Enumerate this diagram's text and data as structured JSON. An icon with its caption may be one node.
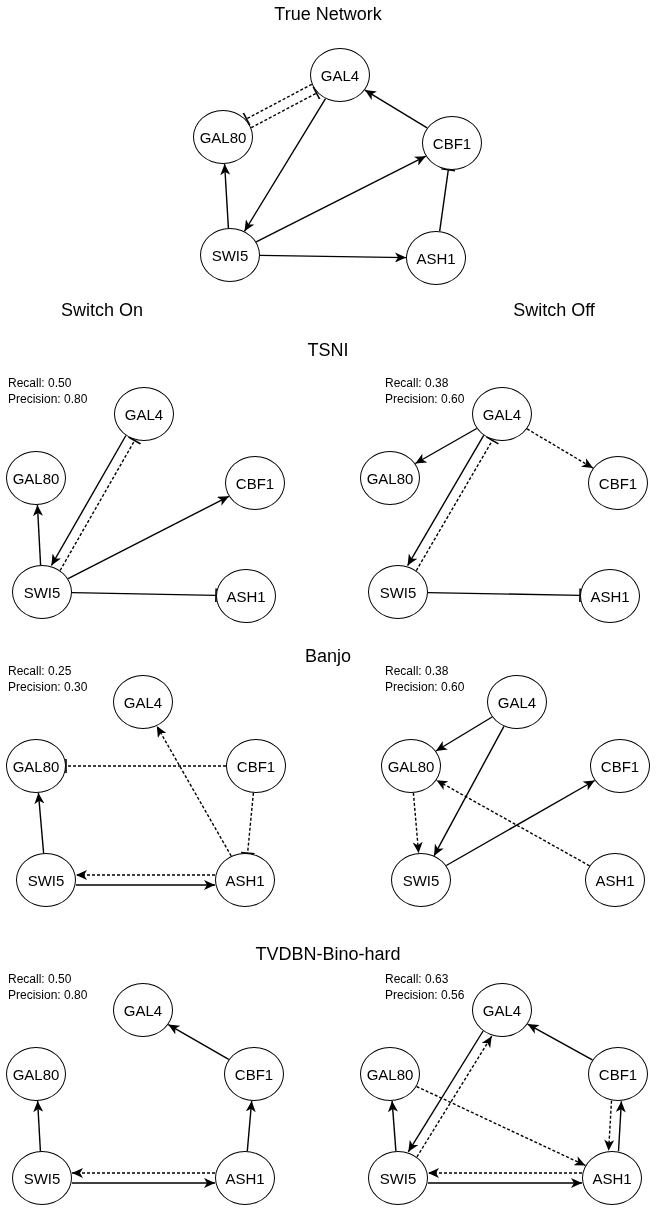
{
  "diagram": {
    "title": "True Network",
    "nodes": [
      {
        "text": [
          "GAL4"
        ]
      },
      {
        "text": [
          "GAL80"
        ]
      },
      {
        "text": [
          "CBF1"
        ]
      },
      {
        "text": [
          "SWI5"
        ]
      },
      {
        "text": [
          "ASH1"
        ]
      },
      {
        "text": [
          "GAL4"
        ]
      },
      {
        "text": [
          "GAL80"
        ]
      },
      {
        "text": [
          "CBF1"
        ]
      },
      {
        "text": [
          "SWI5"
        ]
      },
      {
        "text": [
          "ASH1"
        ]
      },
      {
        "text": [
          "GAL4"
        ]
      },
      {
        "text": [
          "GAL80"
        ]
      },
      {
        "text": [
          "CBF1"
        ]
      },
      {
        "text": [
          "SWI5"
        ]
      },
      {
        "text": [
          "ASH1"
        ]
      },
      {
        "text": [
          "GAL4"
        ]
      },
      {
        "text": [
          "GAL80"
        ]
      },
      {
        "text": [
          "CBF1"
        ]
      },
      {
        "text": [
          "SWI5"
        ]
      },
      {
        "text": [
          "ASH1"
        ]
      },
      {
        "text": [
          "GAL4"
        ]
      },
      {
        "text": [
          "GAL80"
        ]
      },
      {
        "text": [
          "CBF1"
        ]
      },
      {
        "text": [
          "SWI5"
        ]
      },
      {
        "text": [
          "ASH1"
        ]
      },
      {
        "text": [
          "GAL4"
        ]
      },
      {
        "text": [
          "GAL80"
        ]
      },
      {
        "text": [
          "CBF1"
        ]
      },
      {
        "text": [
          "SWI5"
        ]
      },
      {
        "text": [
          "ASH1"
        ]
      },
      {
        "text": [
          "GAL4"
        ]
      },
      {
        "text": [
          "GAL80"
        ]
      },
      {
        "text": [
          "CBF1"
        ]
      },
      {
        "text": [
          "SWI5"
        ]
      },
      {
        "text": [
          "ASH1"
        ]
      }
    ],
    "edges": [
      {
        "from": 1,
        "to": 0,
        "arrow": "other",
        "style": "dashed"
      },
      {
        "from": 0,
        "to": 1,
        "arrow": "other",
        "style": "dashed"
      },
      {
        "from": 0,
        "to": 3,
        "arrow": "to"
      },
      {
        "from": 2,
        "to": 0,
        "arrow": "to"
      },
      {
        "from": 3,
        "to": 1,
        "arrow": "to"
      },
      {
        "from": 3,
        "to": 2,
        "arrow": "to"
      },
      {
        "from": 3,
        "to": 4,
        "arrow": "to"
      },
      {
        "from": 4,
        "to": 2,
        "arrow": "other"
      },
      {
        "from": 5,
        "to": 8,
        "arrow": "to"
      },
      {
        "from": 8,
        "to": 5,
        "arrow": "other",
        "style": "dashed"
      },
      {
        "from": 8,
        "to": 6,
        "arrow": "to"
      },
      {
        "from": 8,
        "to": 7,
        "arrow": "to"
      },
      {
        "from": 8,
        "to": 9,
        "arrow": "other"
      },
      {
        "from": 10,
        "to": 11,
        "arrow": "to"
      },
      {
        "from": 10,
        "to": 12,
        "arrow": "to",
        "style": "dashed"
      },
      {
        "from": 10,
        "to": 13,
        "arrow": "to"
      },
      {
        "from": 13,
        "to": 10,
        "arrow": "other",
        "style": "dashed"
      },
      {
        "from": 13,
        "to": 14,
        "arrow": "other"
      },
      {
        "from": 19,
        "to": 15,
        "arrow": "to",
        "style": "dashed"
      },
      {
        "from": 17,
        "to": 16,
        "arrow": "other",
        "style": "dashed"
      },
      {
        "from": 17,
        "to": 19,
        "arrow": "other",
        "style": "dashed"
      },
      {
        "from": 18,
        "to": 16,
        "arrow": "to"
      },
      {
        "from": 19,
        "to": 18,
        "arrow": "to",
        "style": "dashed"
      },
      {
        "from": 18,
        "to": 19,
        "arrow": "to"
      },
      {
        "from": 20,
        "to": 21,
        "arrow": "to"
      },
      {
        "from": 20,
        "to": 23,
        "arrow": "to"
      },
      {
        "from": 21,
        "to": 23,
        "arrow": "to",
        "style": "dashed"
      },
      {
        "from": 24,
        "to": 21,
        "arrow": "to",
        "style": "dashed"
      },
      {
        "from": 23,
        "to": 22,
        "arrow": "to"
      },
      {
        "from": 27,
        "to": 25,
        "arrow": "to"
      },
      {
        "from": 28,
        "to": 26,
        "arrow": "to"
      },
      {
        "from": 29,
        "to": 27,
        "arrow": "to"
      },
      {
        "from": 29,
        "to": 28,
        "arrow": "to",
        "style": "dashed"
      },
      {
        "from": 28,
        "to": 29,
        "arrow": "to"
      },
      {
        "from": 33,
        "to": 30,
        "arrow": "to",
        "style": "dashed"
      },
      {
        "from": 30,
        "to": 33,
        "arrow": "to"
      },
      {
        "from": 32,
        "to": 30,
        "arrow": "to"
      },
      {
        "from": 31,
        "to": 34,
        "arrow": "to",
        "style": "dashed"
      },
      {
        "from": 33,
        "to": 31,
        "arrow": "to"
      },
      {
        "from": 34,
        "to": 32,
        "arrow": "to"
      },
      {
        "from": 32,
        "to": 34,
        "arrow": "to",
        "style": "dashed"
      },
      {
        "from": 34,
        "to": 33,
        "arrow": "to",
        "style": "dashed"
      },
      {
        "from": 33,
        "to": 34,
        "arrow": "to"
      }
    ],
    "labels": [
      "Switch On",
      "Switch Off",
      "TSNI",
      "Recall: 0.50",
      "Precision: 0.80",
      "Recall: 0.38",
      "Precision: 0.60",
      "Banjo",
      "Recall: 0.25",
      "Precision: 0.30",
      "Recall: 0.38",
      "Precision: 0.60",
      "TVDBN-Bino-hard",
      "Recall: 0.50",
      "Precision: 0.80",
      "Recall: 0.63",
      "Precision: 0.56"
    ]
  }
}
